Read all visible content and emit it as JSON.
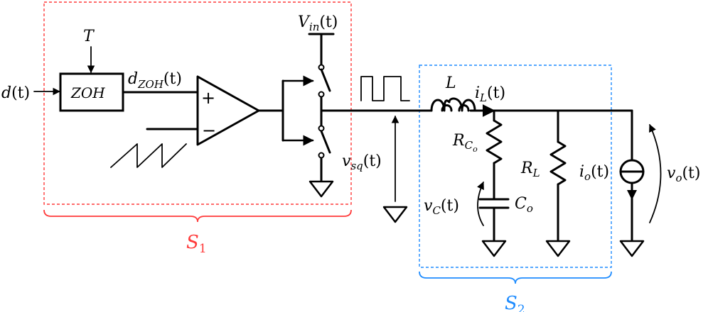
{
  "diagram": {
    "colors": {
      "s1": "#ff3b3b",
      "s2": "#1e8cff",
      "wire": "#000000"
    },
    "labels": {
      "input": {
        "main": "d",
        "arg": "(t)"
      },
      "period": "T",
      "zoh": "ZOH",
      "zoh_out": {
        "main": "d",
        "sub": "ZOH",
        "arg": "(t)"
      },
      "plus": "+",
      "minus": "−",
      "vin": {
        "main": "V",
        "sub": "in",
        "arg": "(t)"
      },
      "vsq": {
        "main": "v",
        "sub": "sq",
        "arg": "(t)"
      },
      "inductor": "L",
      "il": {
        "main": "i",
        "sub": "L",
        "arg": "(t)"
      },
      "rco": {
        "main": "R",
        "sub": "C",
        "subsub": "o"
      },
      "rl": {
        "main": "R",
        "sub": "L"
      },
      "co": {
        "main": "C",
        "sub": "o"
      },
      "vc": {
        "main": "v",
        "sub": "C",
        "arg": "(t)"
      },
      "io": {
        "main": "i",
        "sub": "o",
        "arg": "(t)"
      },
      "vo": {
        "main": "v",
        "sub": "o",
        "arg": "(t)"
      },
      "s1": {
        "main": "S",
        "sub": "1"
      },
      "s2": {
        "main": "S",
        "sub": "2"
      }
    }
  }
}
